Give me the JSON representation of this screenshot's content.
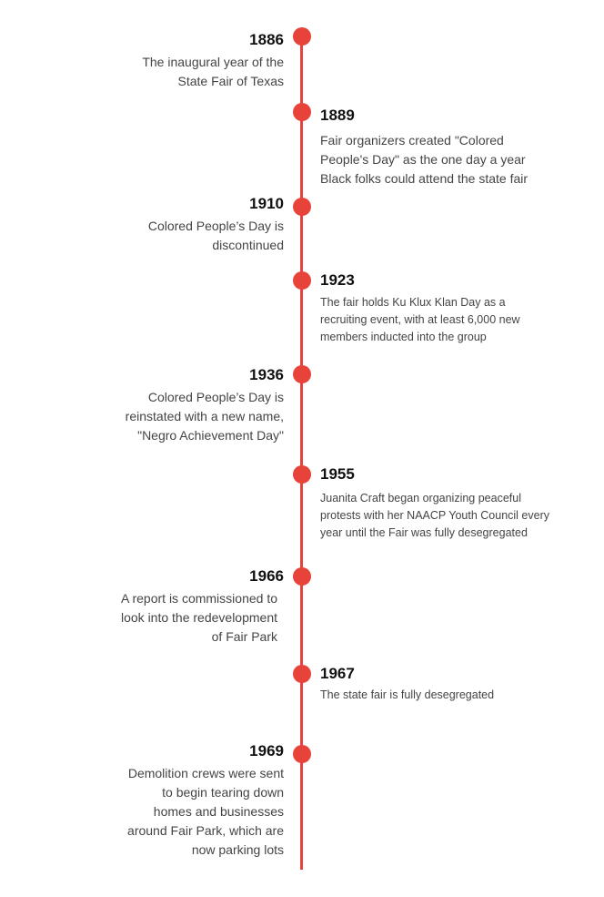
{
  "timeline": {
    "accent_color": "#e8433a",
    "events": [
      {
        "year": "1886",
        "description": "The inaugural year of the\nState Fair of Texas"
      },
      {
        "year": "1889",
        "description": "Fair organizers created \"Colored\nPeople's Day\" as the one day a year\nBlack folks could attend the state fair"
      },
      {
        "year": "1910",
        "description": "Colored People’s Day is\ndiscontinued"
      },
      {
        "year": "1923",
        "description": "The fair holds Ku Klux Klan Day as a\nrecruiting event, with at least 6,000 new\nmembers inducted into the group"
      },
      {
        "year": "1936",
        "description": "Colored People’s Day is\nreinstated with a new name,\n\"Negro Achievement Day\""
      },
      {
        "year": "1955",
        "description": "Juanita Craft began organizing peaceful\nprotests with her NAACP Youth Council every\nyear until the Fair was fully desegregated"
      },
      {
        "year": "1966",
        "description": "A report is commissioned to\nlook into the redevelopment\nof Fair Park"
      },
      {
        "year": "1967",
        "description": "The state fair is fully desegregated"
      },
      {
        "year": "1969",
        "description": "Demolition crews were sent\nto begin tearing down\nhomes and businesses\naround Fair Park, which are\nnow parking lots"
      }
    ]
  }
}
